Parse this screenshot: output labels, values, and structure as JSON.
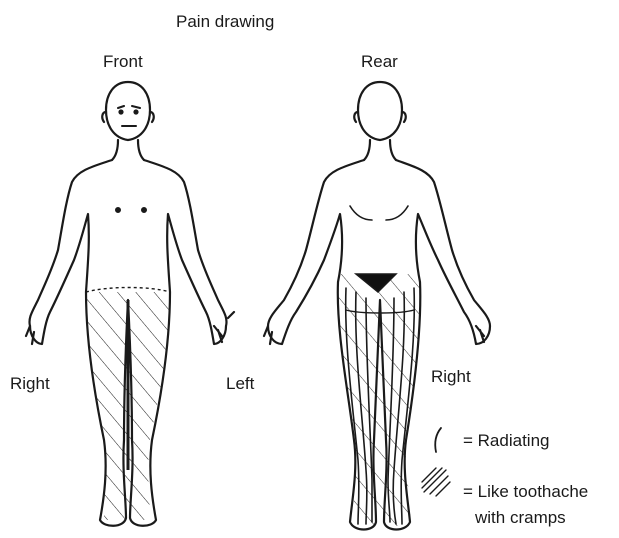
{
  "title": "Pain drawing",
  "views": {
    "front": "Front",
    "rear": "Rear"
  },
  "sides": {
    "front_right": "Right",
    "front_left": "Left",
    "rear_right": "Right"
  },
  "legend": [
    {
      "symbol": "single-curved-line-icon",
      "text": "= Radiating"
    },
    {
      "symbol": "diagonal-hatch-icon",
      "text_line1": "= Like toothache",
      "text_line2": "with cramps"
    }
  ],
  "colors": {
    "ink": "#1a1a1a",
    "background": "#ffffff"
  }
}
